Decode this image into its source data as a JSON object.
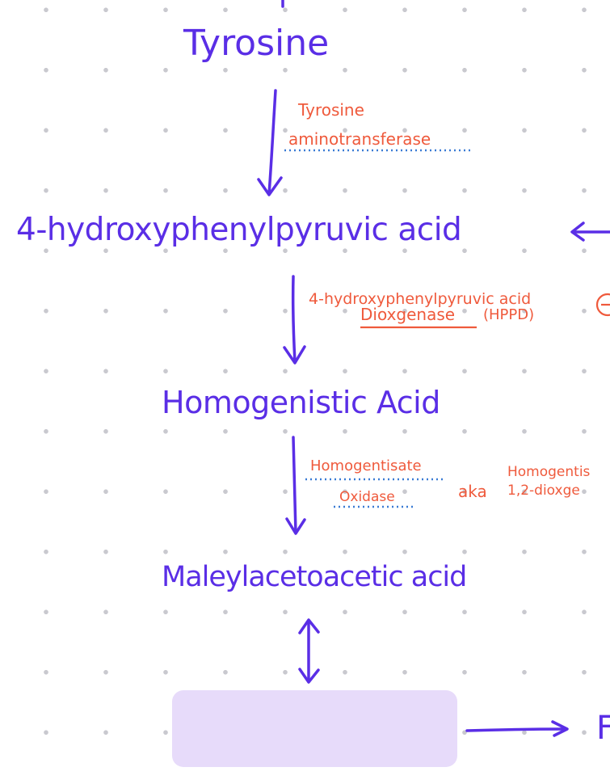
{
  "diagram": {
    "colors": {
      "metabolite": "#5a2ee6",
      "enzyme": "#ef5a3c",
      "underline_dotted": "#3a7bd5",
      "blank_box": "#e7dbfa"
    },
    "metabolites": {
      "tyrosine": "Tyrosine",
      "hppa": "4-hydroxyphenylpyruvic acid",
      "homogentisic": "Homogenistic Acid",
      "maleylacetoacetic": "Maleylacetoacetic acid",
      "next_cut": "F"
    },
    "enzymes": {
      "tat_line1": "Tyrosine",
      "tat_line2": "aminotransferase",
      "hppd_line1": "4-hydroxyphenylpyruvic acid",
      "hppd_line2": "Dioxgenase",
      "hppd_abbr": "(HPPD)",
      "hgd_line1": "Homogentisate",
      "hgd_line2": "Oxidase",
      "aka": "aka",
      "alt_line1": "Homogentis",
      "alt_line2": "1,2-dioxge"
    }
  }
}
